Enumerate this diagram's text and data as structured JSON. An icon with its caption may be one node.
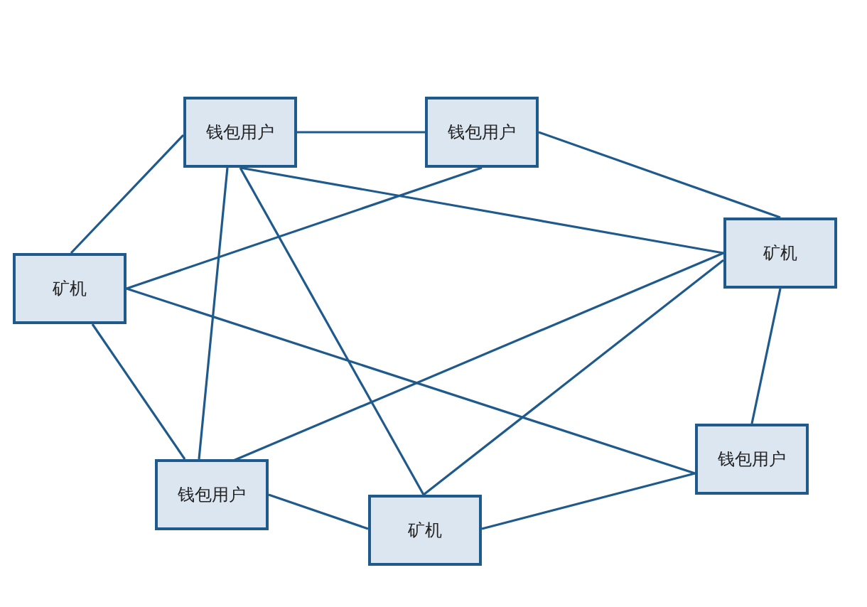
{
  "diagram": {
    "nodes": [
      {
        "text": [
          "钱包用户"
        ]
      },
      {
        "text": [
          "钱包用户"
        ]
      },
      {
        "text": [
          "矿机"
        ]
      },
      {
        "text": [
          "矿机"
        ]
      },
      {
        "text": [
          "钱包用户"
        ]
      },
      {
        "text": [
          "钱包用户"
        ]
      },
      {
        "text": [
          "矿机"
        ]
      }
    ],
    "edges": [
      {
        "from": 0,
        "to": 1,
        "arrow": "none"
      },
      {
        "from": 0,
        "to": 2,
        "arrow": "none"
      },
      {
        "from": 1,
        "to": 3,
        "arrow": "none"
      },
      {
        "from": 1,
        "to": 2,
        "arrow": "none"
      },
      {
        "from": 0,
        "to": 3,
        "arrow": "none"
      },
      {
        "from": 0,
        "to": 4,
        "arrow": "none"
      },
      {
        "from": 0,
        "to": 6,
        "arrow": "none"
      },
      {
        "from": 2,
        "to": 5,
        "arrow": "none"
      },
      {
        "from": 2,
        "to": 4,
        "arrow": "none"
      },
      {
        "from": 3,
        "to": 4,
        "arrow": "none"
      },
      {
        "from": 3,
        "to": 6,
        "arrow": "none"
      },
      {
        "from": 3,
        "to": 5,
        "arrow": "none"
      },
      {
        "from": 4,
        "to": 6,
        "arrow": "none"
      },
      {
        "from": 6,
        "to": 5,
        "arrow": "none"
      }
    ]
  }
}
